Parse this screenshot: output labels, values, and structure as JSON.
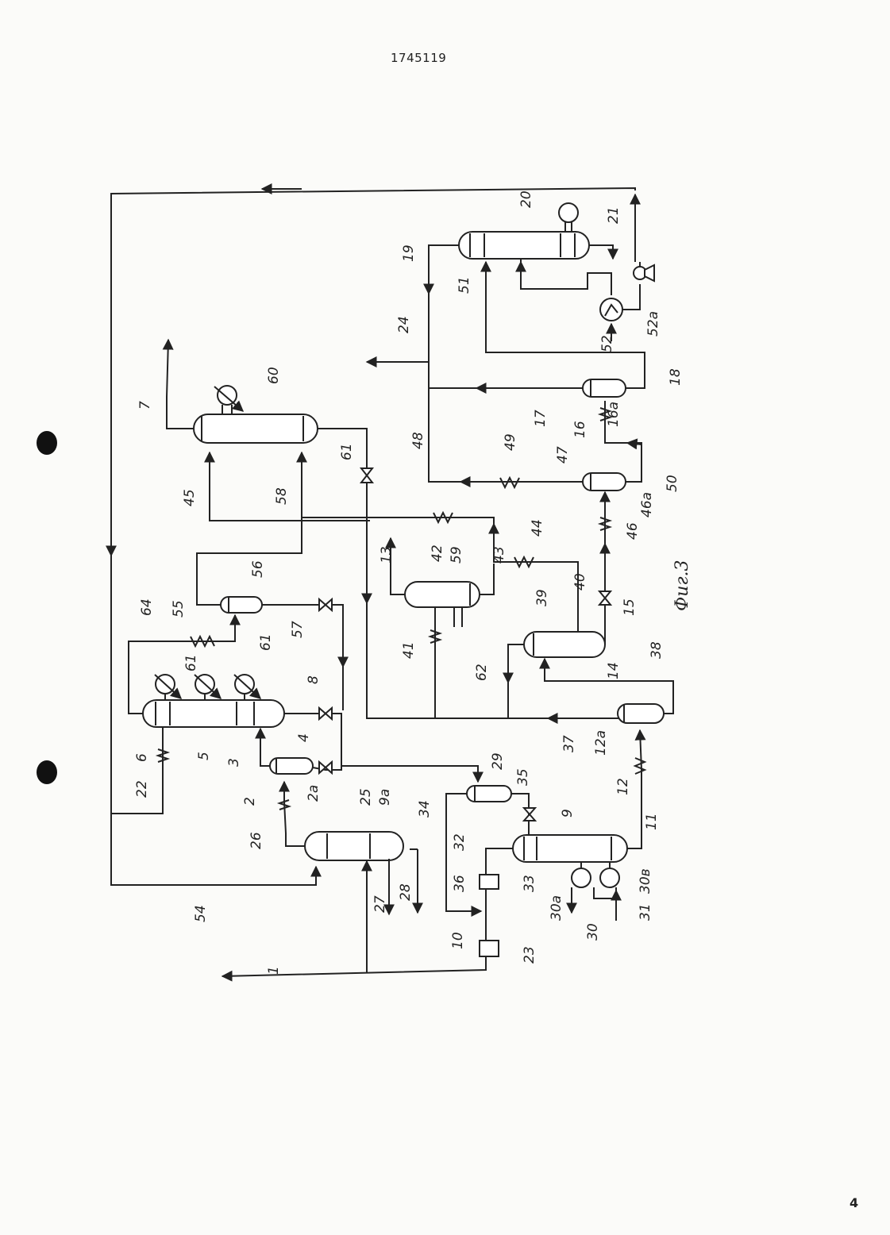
{
  "header": {
    "patent_number": "1745119"
  },
  "footer": {
    "page_mark": "4"
  },
  "diagram": {
    "caption": "Фиг.3",
    "labels": [
      "1",
      "2",
      "2а",
      "3",
      "4",
      "5",
      "6",
      "7",
      "8",
      "9",
      "9а",
      "10",
      "11",
      "12",
      "12а",
      "13",
      "14",
      "15",
      "16",
      "16а",
      "17",
      "18",
      "19",
      "20",
      "21",
      "22",
      "23",
      "24",
      "25",
      "26",
      "27",
      "28",
      "29",
      "30",
      "30а",
      "30в",
      "31",
      "32",
      "33",
      "34",
      "35",
      "36",
      "37",
      "38",
      "39",
      "40",
      "41",
      "42",
      "43",
      "44",
      "45",
      "46",
      "46а",
      "47",
      "48",
      "49",
      "50",
      "51",
      "52",
      "52а",
      "54",
      "55",
      "56",
      "57",
      "58",
      "59",
      "60",
      "61",
      "62",
      "64"
    ],
    "label_61_second": "61",
    "label_61_third": "61"
  }
}
